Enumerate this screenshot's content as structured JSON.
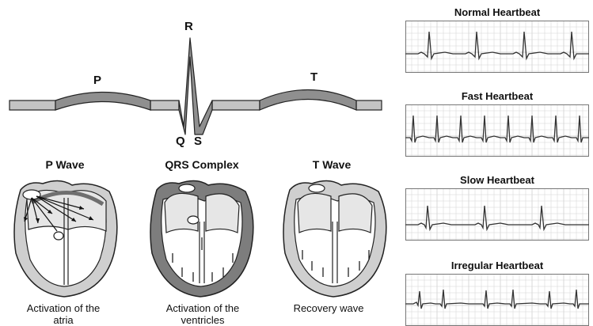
{
  "wave": {
    "p_label": "P",
    "q_label": "Q",
    "r_label": "R",
    "s_label": "S",
    "t_label": "T"
  },
  "hearts": [
    {
      "title": "P Wave",
      "caption_line1": "Activation of the",
      "caption_line2": "atria"
    },
    {
      "title": "QRS Complex",
      "caption_line1": "Activation of the",
      "caption_line2": "ventricles"
    },
    {
      "title": "T Wave",
      "caption_line1": "Recovery wave",
      "caption_line2": ""
    }
  ],
  "strips": [
    {
      "title": "Normal Heartbeat"
    },
    {
      "title": "Fast Heartbeat"
    },
    {
      "title": "Slow Heartbeat"
    },
    {
      "title": "Irregular Heartbeat"
    }
  ],
  "colors": {
    "band": "#bdbdbd",
    "band_dark": "#8a8a8a",
    "outline": "#222222",
    "heart_fill": "#c9c9c9",
    "heart_dark": "#7d7d7d",
    "ecg_grid": "#d4d4d4",
    "ecg_line": "#333333"
  }
}
